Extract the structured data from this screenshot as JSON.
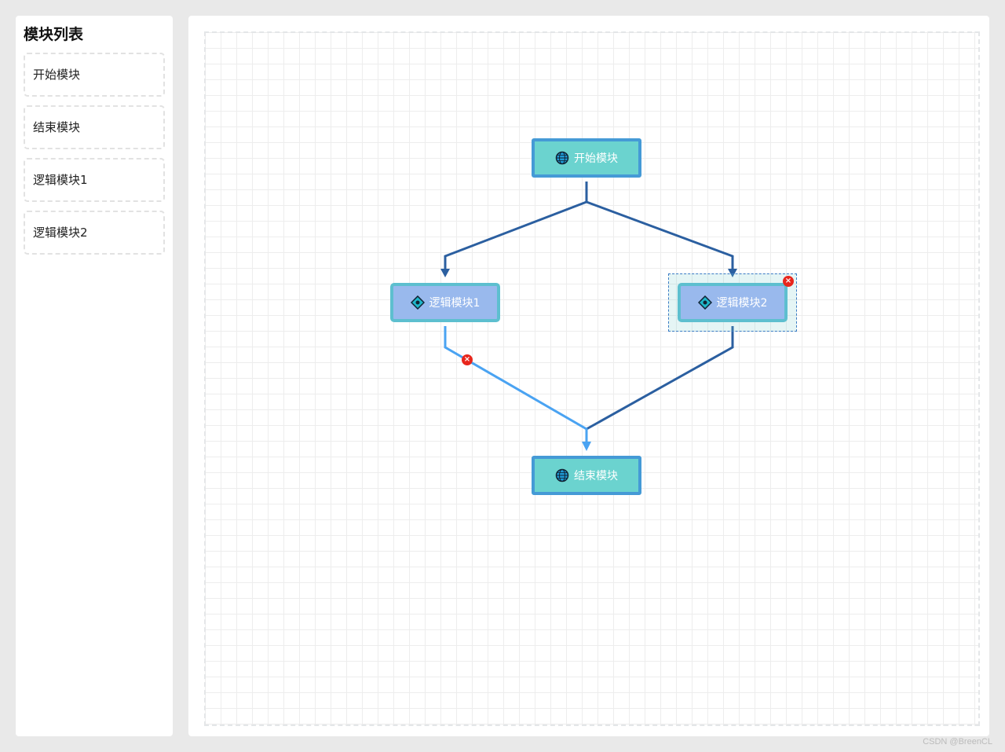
{
  "sidebar": {
    "title": "模块列表",
    "items": [
      {
        "label": "开始模块"
      },
      {
        "label": "结束模块"
      },
      {
        "label": "逻辑模块1"
      },
      {
        "label": "逻辑模块2"
      }
    ]
  },
  "flow": {
    "nodes": [
      {
        "id": "start",
        "label": "开始模块",
        "icon": "globe-icon"
      },
      {
        "id": "logic1",
        "label": "逻辑模块1",
        "icon": "diamond-icon"
      },
      {
        "id": "logic2",
        "label": "逻辑模块2",
        "icon": "diamond-icon",
        "selected": true
      },
      {
        "id": "end",
        "label": "结束模块",
        "icon": "globe-icon"
      }
    ],
    "edges": [
      {
        "from": "start",
        "to": "logic1"
      },
      {
        "from": "start",
        "to": "logic2"
      },
      {
        "from": "logic1",
        "to": "end",
        "selected": true
      },
      {
        "from": "logic2",
        "to": "end"
      }
    ],
    "delete_glyph": "×"
  },
  "colors": {
    "edge": "#2b5fa0",
    "edge_selected": "#4aa3f2",
    "node_fill_start_end": "#6bd3cf",
    "node_border_start_end": "#459ad6",
    "node_fill_logic": "#99b9ed",
    "node_border_logic": "#5dbfcf",
    "delete": "#e8261c"
  },
  "watermark": "CSDN @BreenCL"
}
